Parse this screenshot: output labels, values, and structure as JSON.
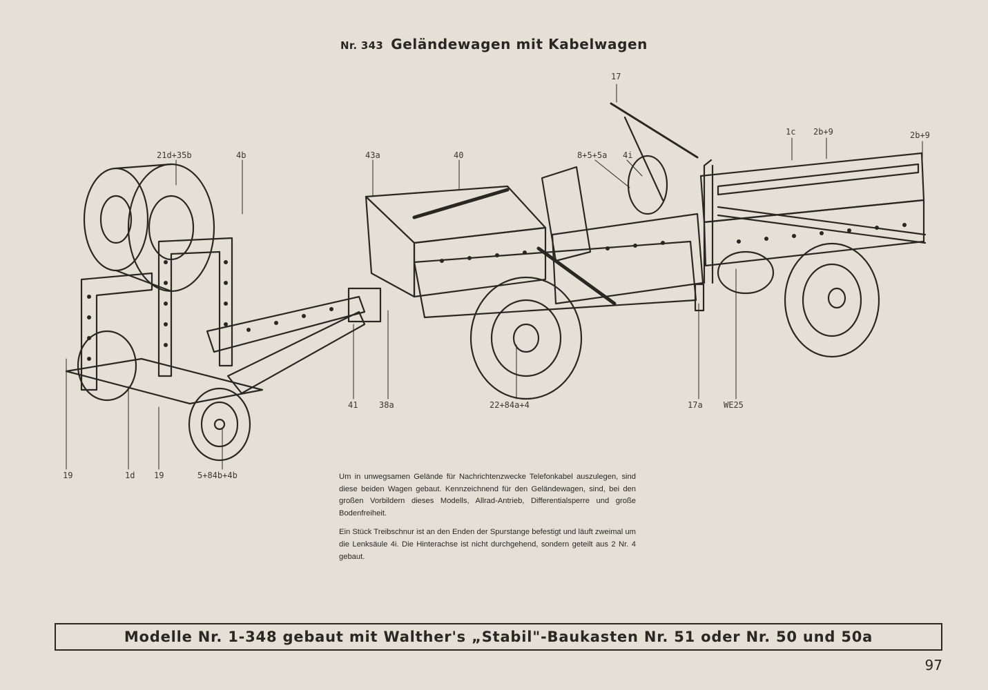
{
  "header": {
    "model_number": "Nr. 343",
    "model_name": "Geländewagen mit Kabelwagen"
  },
  "part_labels": [
    "17",
    "1c",
    "2b+9",
    "2b+9",
    "21d+35b",
    "4b",
    "43a",
    "40",
    "8+5+5a",
    "4i",
    "41",
    "38a",
    "22+84a+4",
    "17a",
    "WE25",
    "19",
    "1d",
    "19",
    "5+84b+4b"
  ],
  "description": {
    "paragraph_1": "Um in unwegsamen Gelände für Nachrichtenzwecke Telefonkabel auszulegen, sind diese beiden Wagen gebaut. Kennzeichnend für den Geländewagen, sind, bei den großen Vorbildern dieses Modells, Allrad-Antrieb, Differentialsperre und große Bodenfreiheit.",
    "paragraph_2": "Ein Stück Treibschnur ist an den Enden der Spurstange befestigt und läuft zweimal um die Lenksäule 4i. Die Hinterachse ist nicht durchgehend, sondern geteilt aus 2 Nr. 4 gebaut."
  },
  "footer": {
    "banner": "Modelle Nr. 1-348 gebaut mit Walther's „Stabil\"-Baukasten Nr. 51 oder Nr. 50 und 50a",
    "page_number": "97"
  }
}
